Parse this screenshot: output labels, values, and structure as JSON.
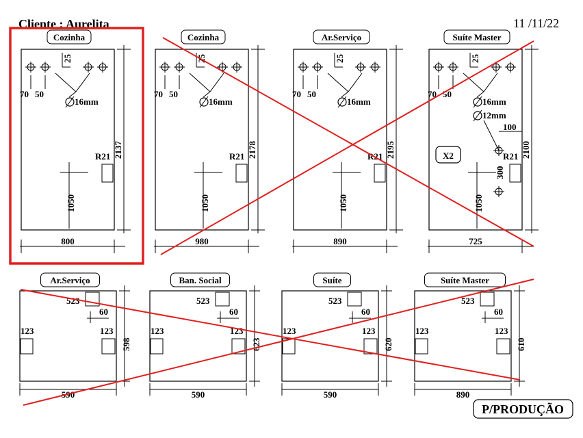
{
  "header": {
    "client": "Cliente : Aurelita",
    "date": "11 /11/22"
  },
  "footer": {
    "stamp": "P/PRODUÇÃO"
  },
  "colors": {
    "ink": "#000000",
    "markup": "#e02020",
    "paper": "#ffffff"
  },
  "top_row": [
    {
      "label": "Cozinha",
      "width": "800",
      "height": "2137",
      "offset_a": "70",
      "offset_b": "50",
      "hole_offset": "25",
      "hole_dia": "16mm",
      "radius": "R21",
      "mount_height": "1050",
      "highlighted": true,
      "crossed": false
    },
    {
      "label": "Cozinha",
      "width": "980",
      "height": "2178",
      "offset_a": "70",
      "offset_b": "50",
      "hole_offset": "25",
      "hole_dia": "16mm",
      "radius": "R21",
      "mount_height": "1050",
      "highlighted": false,
      "crossed": true
    },
    {
      "label": "Ar.Serviço",
      "width": "890",
      "height": "2195",
      "offset_a": "70",
      "offset_b": "50",
      "hole_offset": "25",
      "hole_dia": "16mm",
      "radius": "R21",
      "mount_height": "1050",
      "highlighted": false,
      "crossed": true
    },
    {
      "label": "Suíte Master",
      "width": "725",
      "height": "2100",
      "offset_a": "70",
      "offset_b": "50",
      "hole_offset": "25",
      "hole_dia": "16mm",
      "hole_dia_2": "12mm",
      "side_offset": "100",
      "hole_spacing": "300",
      "quantity": "X2",
      "radius": "R21",
      "mount_height": "1050",
      "highlighted": false,
      "crossed": true
    }
  ],
  "bottom_row": [
    {
      "label": "Ar.Serviço",
      "width": "590",
      "height": "598",
      "notch_left": "523",
      "notch_gap": "60",
      "side_left": "123",
      "side_right": "123",
      "crossed": true
    },
    {
      "label": "Ban. Social",
      "width": "590",
      "height": "623",
      "notch_left": "523",
      "notch_gap": "60",
      "side_left": "123",
      "side_right": "123",
      "crossed": true
    },
    {
      "label": "Suíte",
      "width": "590",
      "height": "620",
      "notch_left": "523",
      "notch_gap": "60",
      "side_left": "123",
      "side_right": "123",
      "crossed": true
    },
    {
      "label": "Suíte Master",
      "width": "890",
      "height": "610",
      "notch_left": "523",
      "notch_gap": "60",
      "side_left": "123",
      "side_right": "123",
      "crossed": true
    }
  ]
}
